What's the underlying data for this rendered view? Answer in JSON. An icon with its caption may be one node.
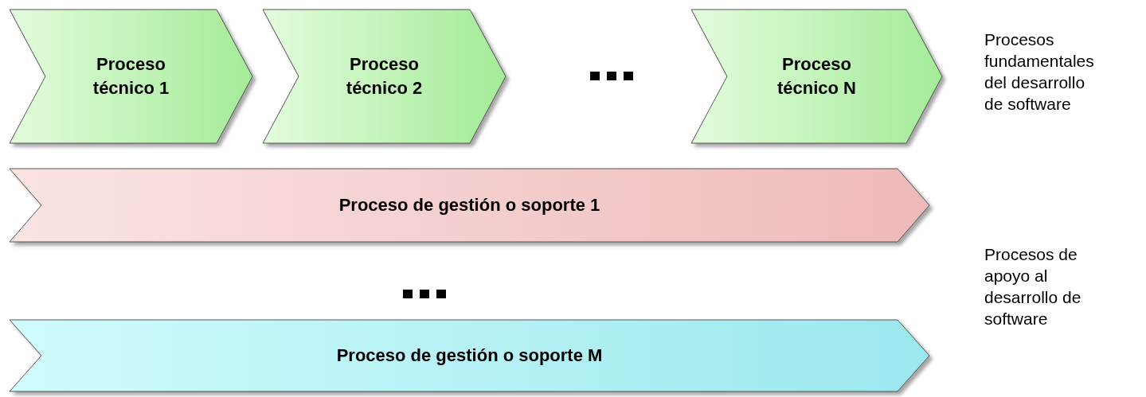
{
  "diagram": {
    "nodes": [
      {
        "text": [
          "Proceso técnico 1"
        ]
      },
      {
        "text": [
          "Proceso técnico 2"
        ]
      },
      {
        "text": [
          "Proceso técnico N"
        ]
      },
      {
        "text": [
          "Proceso de gestión o soporte 1"
        ]
      },
      {
        "text": [
          "Proceso de gestión o soporte M"
        ]
      }
    ],
    "labels": [
      "Procesos fundamentales del desarrollo de software",
      "Procesos de apoyo al desarrollo de software"
    ]
  }
}
